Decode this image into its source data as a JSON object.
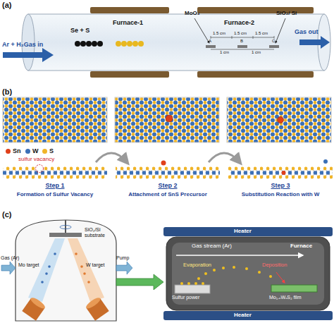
{
  "diagram": {
    "nodes": [
      {
        "text": [
          "Step 1",
          "Formation of Sulfur Vacancy"
        ]
      },
      {
        "text": [
          "Step 2",
          "Attachment of SnS Precursor"
        ]
      },
      {
        "text": [
          "Step 3",
          "Substitution Reaction with W"
        ]
      },
      {
        "text": [
          "SiO₂/Si substrate",
          "Mo target",
          "W target"
        ]
      },
      {
        "text": [
          "Heater",
          "Gas stream (Ar)",
          "Furnace",
          "Evaporation",
          "Deposition",
          "Sulfur power",
          "Mo₁₋ₓWₓS₂ film",
          "Heater"
        ]
      }
    ],
    "edges": [
      {
        "from": 0,
        "to": 1,
        "arrow": "to"
      },
      {
        "from": 1,
        "to": 2,
        "arrow": "to"
      },
      {
        "from": 3,
        "to": 4,
        "arrow": "to"
      }
    ],
    "labels": [
      "(a)",
      "Se + S",
      "Furnace-1",
      "MoO₃",
      "Furnace-2",
      "SiO₂/ Si",
      "Ar + H₂Gas in",
      "Gas out",
      "1.5 cm",
      "1.5 cm",
      "1.5 cm",
      "1 cm",
      "1 cm",
      "A",
      "B",
      "C",
      "(b)",
      "sulfur vacancy",
      "(c)",
      "Gas (Ar)",
      "Pump"
    ],
    "legend": [
      {
        "text": "Sn",
        "color": "#e0401a"
      },
      {
        "text": "W",
        "color": "#3b6fb6"
      },
      {
        "text": "S",
        "color": "#f0b428"
      }
    ]
  }
}
